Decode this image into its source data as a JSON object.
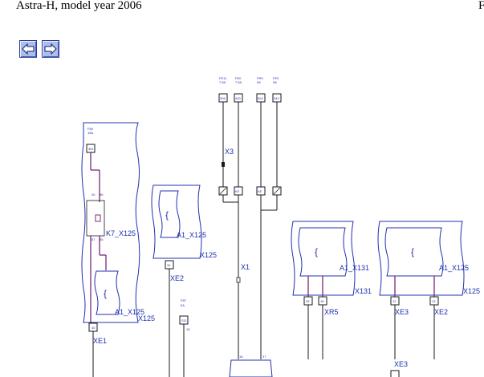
{
  "header": {
    "title": "Astra-H, model year 2006",
    "right_fragment": "F"
  },
  "nav": {
    "back_icon": "arrow-left-icon",
    "forward_icon": "arrow-right-icon"
  },
  "diagram": {
    "connectors": {
      "x3": "X3",
      "x1": "X1",
      "k7": "K7_X125",
      "a1_x125_left": "A1_X125",
      "x125_left": "X125",
      "a1_x125_mid": "A1_X125",
      "x125_mid": "X125",
      "a1_x131": "A1_X131",
      "x131": "X131",
      "a1_x125_right": "A1_X125",
      "x125_right": "X125",
      "xe1": "XE1",
      "xe2_left": "XE2",
      "xr5": "XR5",
      "xe3_a": "XE3",
      "xe2_right": "XE2",
      "xe3_b": "XE3"
    }
  }
}
